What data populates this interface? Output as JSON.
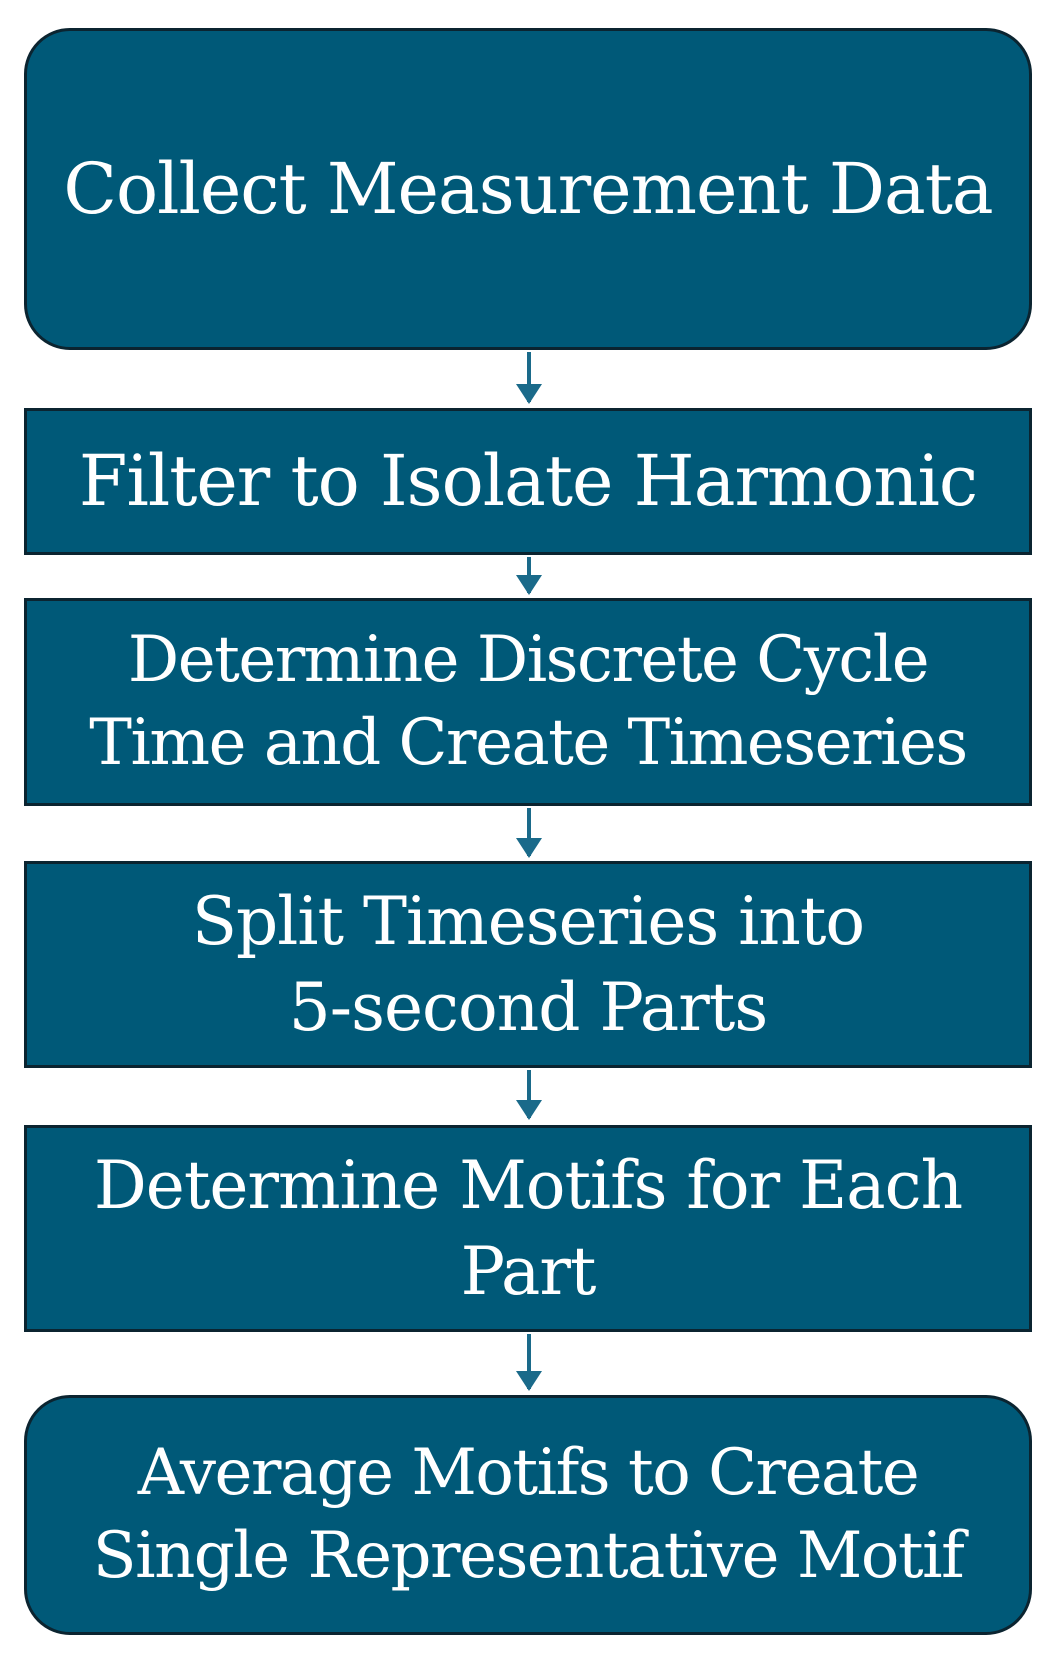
{
  "steps": [
    {
      "id": "collect",
      "text": "Collect Measurement Data"
    },
    {
      "id": "filter",
      "text": "Filter to Isolate Harmonic"
    },
    {
      "id": "cycle",
      "text": "Determine Discrete Cycle Time and Create Timeseries"
    },
    {
      "id": "split",
      "text": "Split Timeseries into 5-second Parts"
    },
    {
      "id": "motifs",
      "text": "Determine Motifs for Each Part"
    },
    {
      "id": "average",
      "text": "Average Motifs to Create Single Representative Motif"
    }
  ],
  "colors": {
    "box_fill": "#005978",
    "box_border": "#0b2430",
    "arrow": "#1a6a8a",
    "text": "#ffffff"
  }
}
